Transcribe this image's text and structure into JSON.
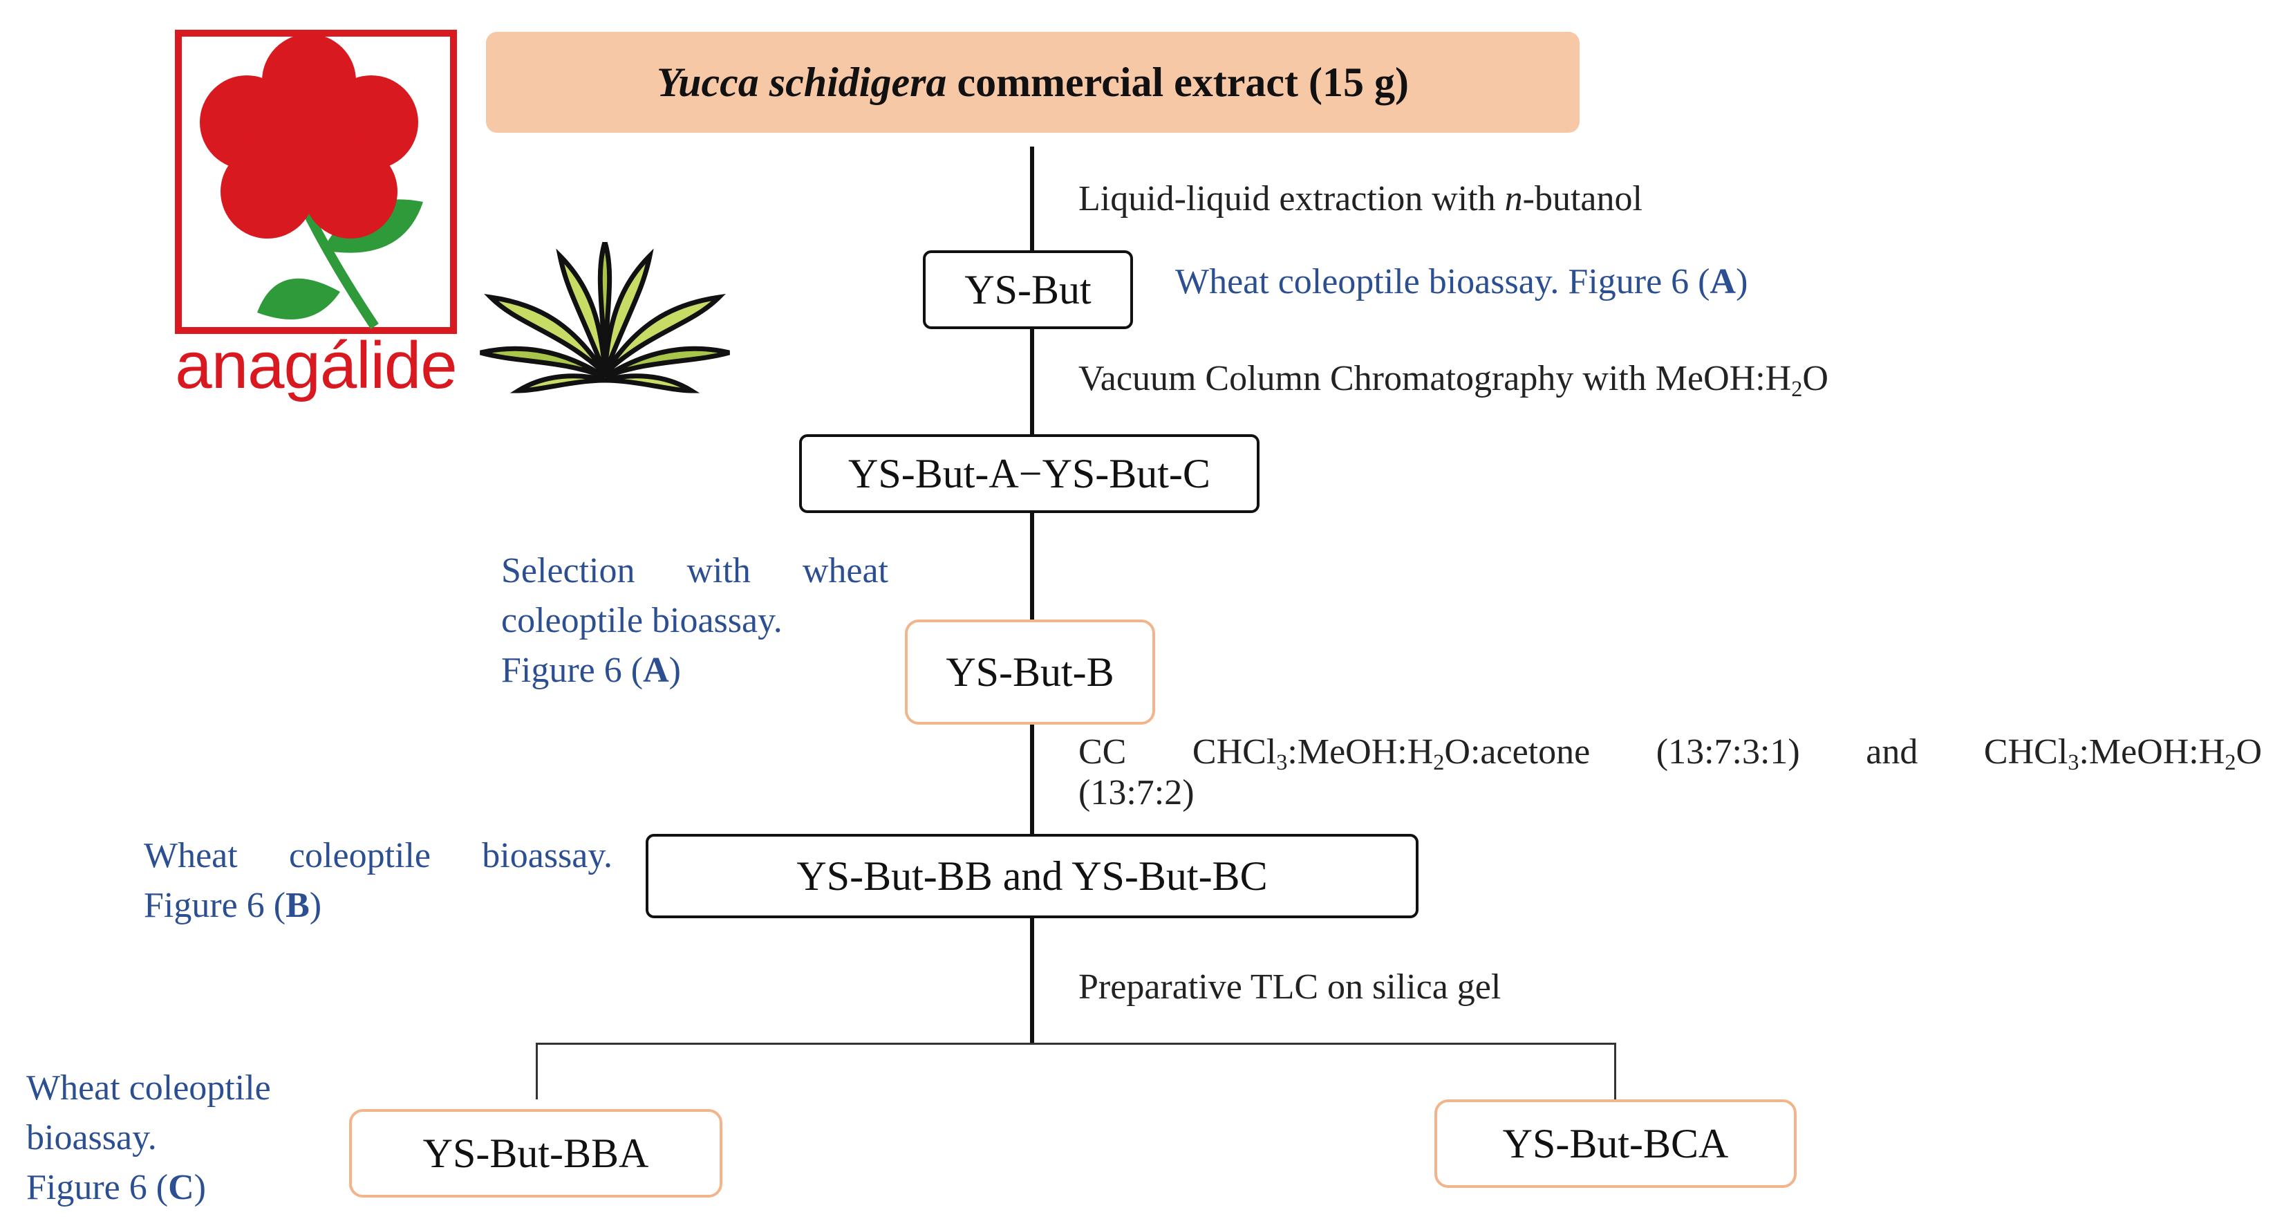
{
  "logo": {
    "text": "anagálide",
    "red": "#d8191f",
    "green": "#2f9a3a"
  },
  "plant_icon": "yucca-plant-icon",
  "top": {
    "italic": "Yucca schidigera",
    "rest": " commercial extract (15 g)",
    "fill": "#f7c8a6"
  },
  "steps": {
    "s1_pre": "Liquid-liquid extraction with ",
    "s1_italic": "n",
    "s1_post": "-butanol",
    "s2_pre": "Vacuum Column Chromatography with MeOH:H",
    "s2_sub": "2",
    "s2_post": "O",
    "s3_a": "CC CHCl",
    "s3_sub1": "3",
    "s3_b": ":MeOH:H",
    "s3_sub2": "2",
    "s3_c": "O:acetone (13:7:3:1) and CHCl",
    "s3_sub3": "3",
    "s3_d": ":MeOH:H",
    "s3_sub4": "2",
    "s3_e": "O",
    "s3_line2": "(13:7:2)",
    "s4": "Preparative TLC on silica gel"
  },
  "nodes": {
    "ys_but": "YS-But",
    "ys_but_a_c": "YS-But-A−YS-But-C",
    "ys_but_b": "YS-But-B",
    "ys_but_bb_bc": "YS-But-BB and YS-But-BC",
    "ys_but_bba": "YS-But-BBA",
    "ys_but_bca": "YS-But-BCA"
  },
  "notes": {
    "n1_pre": "Wheat coleoptile bioassay. Figure 6 (",
    "n1_letter": "A",
    "n1_post": ")",
    "n2_line1": "Selection with wheat",
    "n2_line2": "coleoptile bioassay.",
    "n2_line3_pre": "Figure 6 (",
    "n2_letter": "A",
    "n2_post": ")",
    "n3_line1": "Wheat coleoptile bioassay.",
    "n3_line2_pre": "Figure 6 (",
    "n3_letter": "B",
    "n3_post": ")",
    "n4_line1": "Wheat coleoptile",
    "n4_line2": "bioassay.",
    "n4_line3_pre": "Figure 6 (",
    "n4_letter": "C",
    "n4_post": ")"
  },
  "colors": {
    "blue_text": "#2c4f92",
    "orange_border": "#f2b48a"
  }
}
